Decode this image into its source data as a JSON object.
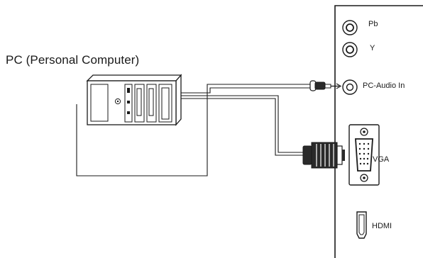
{
  "title": "PC (Personal Computer)",
  "ports": {
    "pb": "Pb",
    "y": "Y",
    "pc_audio": "PC-Audio In",
    "vga": "VGA",
    "hdmi": "HDMI"
  },
  "colors": {
    "line": "#1a1a1a",
    "panel_fill": "#ffffff",
    "connector_fill": "#2a2a2a"
  },
  "icons": [
    "pc-tower-icon",
    "audio-plug-icon",
    "vga-plug-icon",
    "rca-jack-icon",
    "vga-port-icon",
    "hdmi-port-icon"
  ]
}
